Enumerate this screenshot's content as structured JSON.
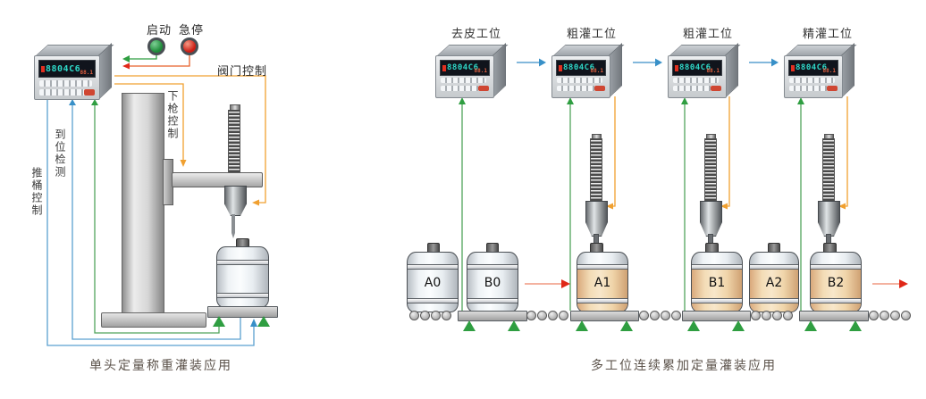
{
  "display": {
    "main": "8804C6",
    "secondary": "88.1"
  },
  "left": {
    "caption": "单头定量称重灌装应用",
    "start_label": "启动",
    "estop_label": "急停",
    "valve_label": "阀门控制",
    "gun_label": "下枪控制",
    "position_label": "到位检测",
    "push_label": "推桶控制"
  },
  "right": {
    "caption": "多工位连续累加定量灌装应用",
    "stations": [
      {
        "label": "去皮工位"
      },
      {
        "label": "粗灌工位"
      },
      {
        "label": "粗灌工位"
      },
      {
        "label": "精灌工位"
      }
    ],
    "barrels": [
      {
        "label": "A0",
        "state": "empty"
      },
      {
        "label": "B0",
        "state": "empty"
      },
      {
        "label": "A1",
        "state": "filled"
      },
      {
        "label": "B1",
        "state": "filled"
      },
      {
        "label": "A2",
        "state": "filled"
      },
      {
        "label": "B2",
        "state": "filled"
      }
    ]
  },
  "colors": {
    "signal_green": "#2f9e41",
    "signal_blue": "#3890c8",
    "signal_orange": "#f0a030",
    "signal_red": "#e02818",
    "display_teal": "#2fd8c8"
  }
}
